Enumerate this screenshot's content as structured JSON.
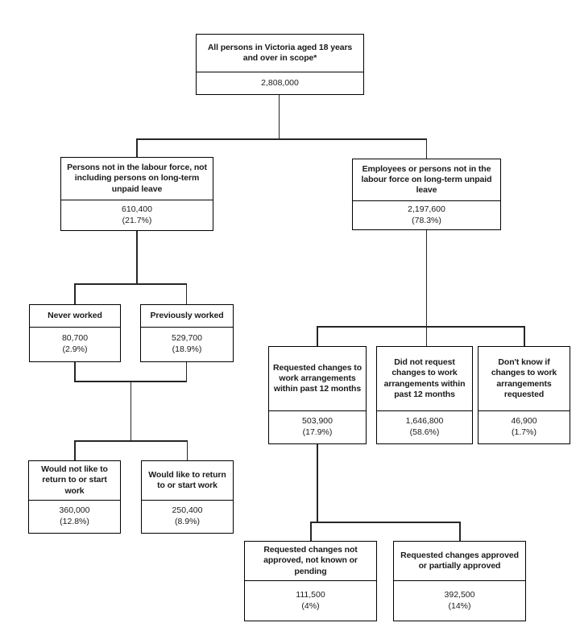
{
  "diagram": {
    "description": "Flowchart of all persons in Victoria aged 18 years and over, broken down by labour force status and requested changes to work arrangements",
    "nodes": [
      {
        "id": "root",
        "label": "All persons in Victoria aged 18 years and over in scope*",
        "value": "2,808,000",
        "percent": ""
      },
      {
        "id": "nilf",
        "label": "Persons not in the labour force, not including persons on long-term unpaid leave",
        "value": "610,400",
        "percent": "(21.7%)"
      },
      {
        "id": "emp",
        "label": "Employees or persons not in the labour force on long-term unpaid leave",
        "value": "2,197,600",
        "percent": "(78.3%)"
      },
      {
        "id": "never",
        "label": "Never worked",
        "value": "80,700",
        "percent": "(2.9%)"
      },
      {
        "id": "prev",
        "label": "Previously worked",
        "value": "529,700",
        "percent": "(18.9%)"
      },
      {
        "id": "req",
        "label": "Requested changes to work arrangements within past 12 months",
        "value": "503,900",
        "percent": "(17.9%)"
      },
      {
        "id": "noreq",
        "label": "Did not request changes to work arrangements within past 12 months",
        "value": "1,646,800",
        "percent": "(58.6%)"
      },
      {
        "id": "dk",
        "label": "Don't know if changes to work arrangements requested",
        "value": "46,900",
        "percent": "(1.7%)"
      },
      {
        "id": "wouldnot",
        "label": "Would not like to return to or start work",
        "value": "360,000",
        "percent": "(12.8%)"
      },
      {
        "id": "would",
        "label": "Would like to return to or start work",
        "value": "250,400",
        "percent": "(8.9%)"
      },
      {
        "id": "notappr",
        "label": "Requested changes not approved, not known or pending",
        "value": "111,500",
        "percent": "(4%)"
      },
      {
        "id": "appr",
        "label": "Requested changes approved or partially approved",
        "value": "392,500",
        "percent": "(14%)"
      }
    ],
    "edges": [
      [
        "root",
        "nilf"
      ],
      [
        "root",
        "emp"
      ],
      [
        "nilf",
        "never"
      ],
      [
        "nilf",
        "prev"
      ],
      [
        "never+prev",
        "wouldnot"
      ],
      [
        "never+prev",
        "would"
      ],
      [
        "emp",
        "req"
      ],
      [
        "emp",
        "noreq"
      ],
      [
        "emp",
        "dk"
      ],
      [
        "req",
        "notappr"
      ],
      [
        "req",
        "appr"
      ]
    ],
    "colors": {
      "border": "#000000",
      "line": "#262626",
      "background": "#ffffff",
      "text": "#1a1a1a"
    }
  }
}
